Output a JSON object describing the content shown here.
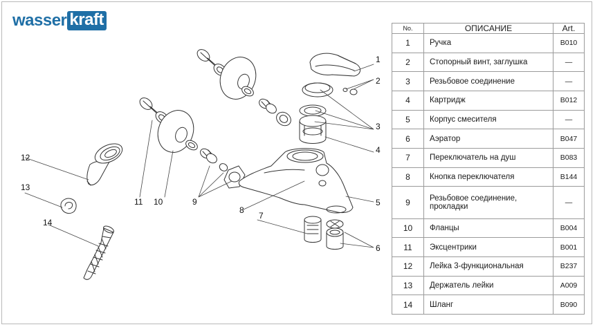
{
  "brand": {
    "part1": "wasser",
    "part2": "kraft"
  },
  "table": {
    "headers": {
      "no": "No.",
      "desc": "ОПИСАНИЕ",
      "art": "Art."
    },
    "rows": [
      {
        "no": "1",
        "desc": "Ручка",
        "art": "B010"
      },
      {
        "no": "2",
        "desc": "Стопорный винт, заглушка",
        "art": "—"
      },
      {
        "no": "3",
        "desc": "Резьбовое соединение",
        "art": "—"
      },
      {
        "no": "4",
        "desc": "Картридж",
        "art": "B012"
      },
      {
        "no": "5",
        "desc": "Корпус смесителя",
        "art": "—"
      },
      {
        "no": "6",
        "desc": "Аэратор",
        "art": "B047"
      },
      {
        "no": "7",
        "desc": "Переключатель на душ",
        "art": "B083"
      },
      {
        "no": "8",
        "desc": "Кнопка переключателя",
        "art": "B144"
      },
      {
        "no": "9",
        "desc": "Резьбовое соединение, прокладки",
        "art": "—"
      },
      {
        "no": "10",
        "desc": "Фланцы",
        "art": "B004"
      },
      {
        "no": "11",
        "desc": "Эксцентрики",
        "art": "B001"
      },
      {
        "no": "12",
        "desc": "Лейка 3-функциональная",
        "art": "B237"
      },
      {
        "no": "13",
        "desc": "Держатель лейки",
        "art": "A009"
      },
      {
        "no": "14",
        "desc": "Шланг",
        "art": "B090"
      }
    ]
  },
  "callouts": [
    "1",
    "2",
    "3",
    "4",
    "5",
    "6",
    "7",
    "8",
    "9",
    "10",
    "11",
    "12",
    "13",
    "14"
  ],
  "colors": {
    "brand": "#1f6fa6",
    "line": "#333333",
    "table_border": "#9a9a9a"
  }
}
